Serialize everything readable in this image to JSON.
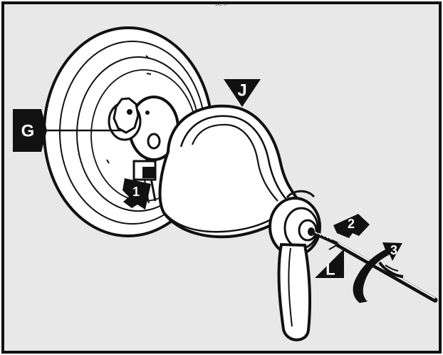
{
  "header": {
    "partial_text": "-·- ··"
  },
  "callouts": {
    "g": "G",
    "j": "J",
    "l": "L",
    "step1": "1",
    "step2": "2",
    "step3": "3"
  },
  "colors": {
    "frame": "#111111",
    "panel": "#e8e8e8",
    "part_fill": "#ffffff",
    "accent_text": "#1f9a3b",
    "callout_fill": "#111111",
    "callout_text": "#ffffff"
  }
}
